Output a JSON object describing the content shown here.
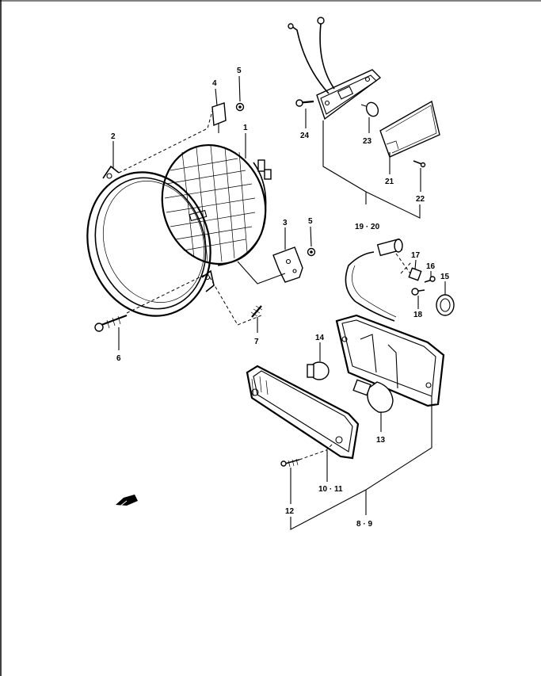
{
  "labels": {
    "l1": "1",
    "l2": "2",
    "l3": "3",
    "l4": "4",
    "l5a": "5",
    "l5b": "5",
    "l6": "6",
    "l7": "7",
    "l89": "8 · 9",
    "l1011": "10 · 11",
    "l12": "12",
    "l13": "13",
    "l14": "14",
    "l15": "15",
    "l16": "16",
    "l17": "17",
    "l18": "18",
    "l1920": "19 · 20",
    "l21": "21",
    "l22": "22",
    "l23": "23",
    "l24": "24"
  }
}
